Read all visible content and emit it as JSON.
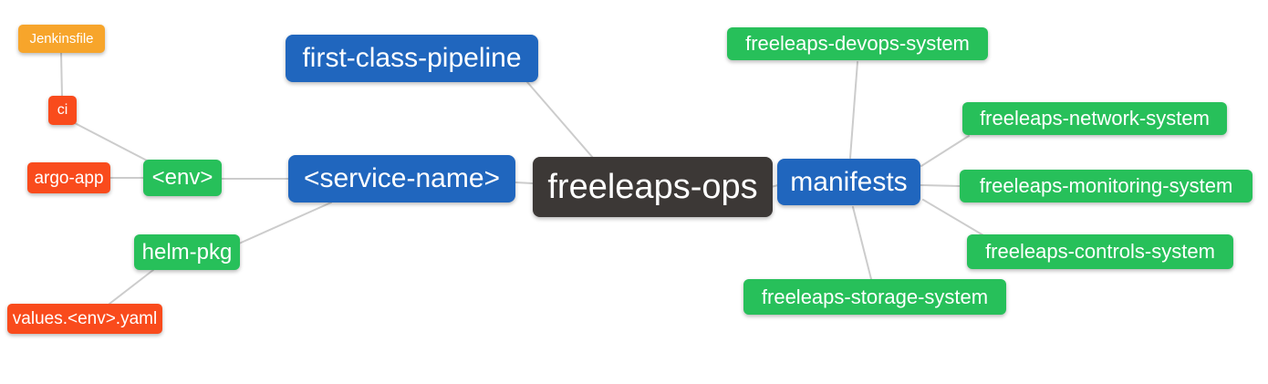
{
  "diagram": {
    "type": "mindmap",
    "root": "freeleaps-ops"
  },
  "colors": {
    "blue": "#2066be",
    "green": "#27c05a",
    "orange": "#f7a52b",
    "red": "#f94b1c",
    "dark": "#3c3836",
    "edge": "#cccccc",
    "background": "#ffffff",
    "node_text": "#ffffff"
  },
  "nodes": {
    "jenkinsfile": {
      "label": "Jenkinsfile",
      "color": "orange"
    },
    "ci": {
      "label": "ci",
      "color": "red"
    },
    "argo_app": {
      "label": "argo-app",
      "color": "red"
    },
    "env": {
      "label": "<env>",
      "color": "green"
    },
    "helm_pkg": {
      "label": "helm-pkg",
      "color": "green"
    },
    "values_env_yaml": {
      "label": "values.<env>.yaml",
      "color": "red"
    },
    "first_class_pipeline": {
      "label": "first-class-pipeline",
      "color": "blue"
    },
    "service_name": {
      "label": "<service-name>",
      "color": "blue"
    },
    "freeleaps_ops": {
      "label": "freeleaps-ops",
      "color": "dark"
    },
    "manifests": {
      "label": "manifests",
      "color": "blue"
    },
    "devops_system": {
      "label": "freeleaps-devops-system",
      "color": "green"
    },
    "network_system": {
      "label": "freeleaps-network-system",
      "color": "green"
    },
    "monitoring_system": {
      "label": "freeleaps-monitoring-system",
      "color": "green"
    },
    "controls_system": {
      "label": "freeleaps-controls-system",
      "color": "green"
    },
    "storage_system": {
      "label": "freeleaps-storage-system",
      "color": "green"
    }
  },
  "edges": [
    {
      "from": "ci",
      "to": "jenkinsfile"
    },
    {
      "from": "env",
      "to": "ci"
    },
    {
      "from": "env",
      "to": "argo_app"
    },
    {
      "from": "service_name",
      "to": "env"
    },
    {
      "from": "service_name",
      "to": "helm_pkg"
    },
    {
      "from": "helm_pkg",
      "to": "values_env_yaml"
    },
    {
      "from": "freeleaps_ops",
      "to": "first_class_pipeline"
    },
    {
      "from": "freeleaps_ops",
      "to": "service_name"
    },
    {
      "from": "freeleaps_ops",
      "to": "manifests"
    },
    {
      "from": "manifests",
      "to": "devops_system"
    },
    {
      "from": "manifests",
      "to": "network_system"
    },
    {
      "from": "manifests",
      "to": "monitoring_system"
    },
    {
      "from": "manifests",
      "to": "controls_system"
    },
    {
      "from": "manifests",
      "to": "storage_system"
    }
  ]
}
